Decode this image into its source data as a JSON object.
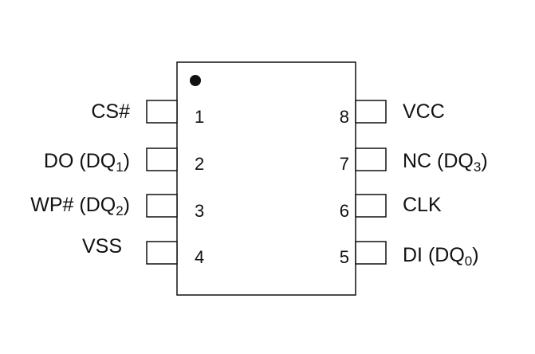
{
  "diagram": {
    "colors": {
      "line": "#111111",
      "background": "#ffffff"
    },
    "pins_left": [
      {
        "number": "1",
        "name": "CS#",
        "sub": "",
        "tail": ""
      },
      {
        "number": "2",
        "name": "DO (DQ",
        "sub": "1",
        "tail": ")"
      },
      {
        "number": "3",
        "name": "WP# (DQ",
        "sub": "2",
        "tail": ")"
      },
      {
        "number": "4",
        "name": "VSS",
        "sub": "",
        "tail": ""
      }
    ],
    "pins_right": [
      {
        "number": "8",
        "name": "VCC",
        "sub": "",
        "tail": ""
      },
      {
        "number": "7",
        "name": "NC (DQ",
        "sub": "3",
        "tail": ")"
      },
      {
        "number": "6",
        "name": "CLK",
        "sub": "",
        "tail": ""
      },
      {
        "number": "5",
        "name": "DI (DQ",
        "sub": "0",
        "tail": ")"
      }
    ]
  }
}
